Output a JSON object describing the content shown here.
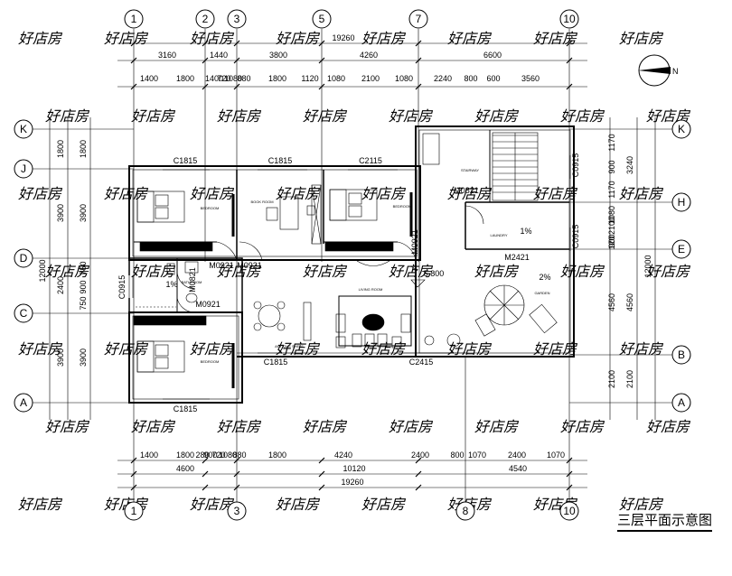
{
  "plan_title": "三层平面示意图",
  "watermark": "好店房",
  "axes": {
    "top": [
      "1",
      "2",
      "3",
      "5",
      "7",
      "10"
    ],
    "bottom": [
      "1",
      "3",
      "8",
      "10"
    ],
    "left": [
      "K",
      "J",
      "D",
      "C",
      "A"
    ],
    "right": [
      "K",
      "H",
      "E",
      "B",
      "A"
    ]
  },
  "dimensions": {
    "top_total": "19260",
    "top_row1": [
      "3160",
      "1440",
      "3800",
      "4260",
      "6600"
    ],
    "top_row2": [
      "1400",
      "1800",
      "1400",
      "720",
      "1080",
      "880",
      "1800",
      "1120",
      "1080",
      "2100",
      "1080",
      "2240",
      "800",
      "600",
      "3560"
    ],
    "bottom_total": "19260",
    "bottom_row1": [
      "4600",
      "10120",
      "4540"
    ],
    "bottom_row2": [
      "1400",
      "1800",
      "280",
      "900",
      "720",
      "1080",
      "880",
      "1800",
      "4240",
      "2400",
      "800",
      "1070",
      "2400",
      "1070"
    ],
    "left_total": "12000",
    "left_outer": [
      "1800",
      "3900",
      "2400",
      "3900"
    ],
    "left_inner": [
      "1800",
      "3900",
      "750",
      "900",
      "750",
      "3900"
    ],
    "right_total": "12000",
    "right_outer": [
      "3240",
      "4560",
      "2100"
    ],
    "right_inner": [
      "1170",
      "900",
      "1170",
      "1080",
      "2100",
      "120",
      "900",
      "4560",
      "2100"
    ]
  },
  "openings": [
    "C1815",
    "C1815",
    "C2115",
    "C0915",
    "M0821",
    "M0921",
    "M0921",
    "M0921",
    "M0921",
    "M0821",
    "C0915",
    "M2421",
    "C0915",
    "C1815",
    "C2415",
    "C1815"
  ],
  "levels": {
    "elevation": "5.800",
    "slope_1": "1%",
    "slope_2": "1%",
    "slope_3": "2%"
  },
  "room_labels": {
    "living": "LIVING ROOM",
    "antique": "ANTIQUE SHELF",
    "bathroom": "BATHROOM",
    "stairway": "STAIRWAY",
    "laundry": "LAUNDRY",
    "garden": "GARDEN",
    "bedroom": "BEDROOM",
    "book": "BOOK ROOM"
  },
  "icons": {
    "north": "north-arrow-icon",
    "umbrella": "umbrella-table-icon",
    "stair": "stair-icon"
  }
}
